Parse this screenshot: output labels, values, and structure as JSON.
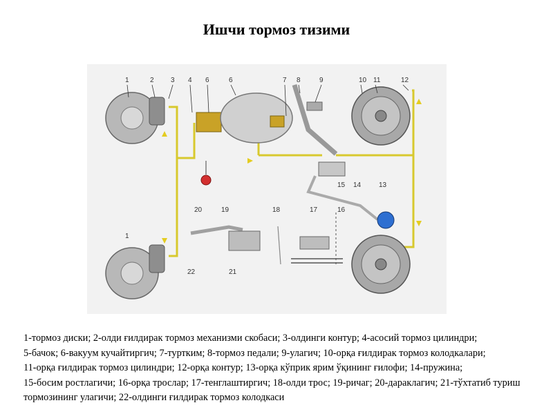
{
  "title": "Ишчи тормоз тизими",
  "diagram": {
    "labels": {
      "n1": "1",
      "n2": "2",
      "n3": "3",
      "n4": "4",
      "n5": "6",
      "n6": "6",
      "n7": "7",
      "n8": "8",
      "n9": "9",
      "n10": "10",
      "n11": "11",
      "n12": "12",
      "n13": "13",
      "n14": "14",
      "n15": "15",
      "n16": "16",
      "n17": "17",
      "n18": "18",
      "n19": "19",
      "n20": "20",
      "n21": "21",
      "n22": "22",
      "n1b": "1"
    },
    "colors": {
      "brake_line": "#d8c92e",
      "background": "#f2f2f2",
      "disc": "#9a9a9a",
      "drum": "#8c8c8c",
      "reservoir": "#c9a227",
      "sensor": "#2e6fd1",
      "warning": "#d32f2f"
    }
  },
  "legend": [
    "1-тормоз диски; 2-олди ғилдирак тормоз механизми скобаси; 3-олдинги контур; 4-асосий тормоз цилиндри;",
    "5-бачок; 6-вакуум кучайтиргич; 7-туртким; 8-тормоз педали; 9-улагич; 10-орқа ғилдирак тормоз колодкалари;",
    "11-орқа ғилдирак тормоз цилиндри; 12-орқа контур; 13-орқа кўприк ярим ўқининг ғилофи; 14-пружина;",
    "15-босим ростлагичи; 16-орқа трослар; 17-тенглаштиргич; 18-олди трос; 19-ричаг; 20-дараклагич; 21-тўхтатиб туриш тормозининг улагичи; 22-олдинги ғилдирак тормоз колодкаси"
  ]
}
